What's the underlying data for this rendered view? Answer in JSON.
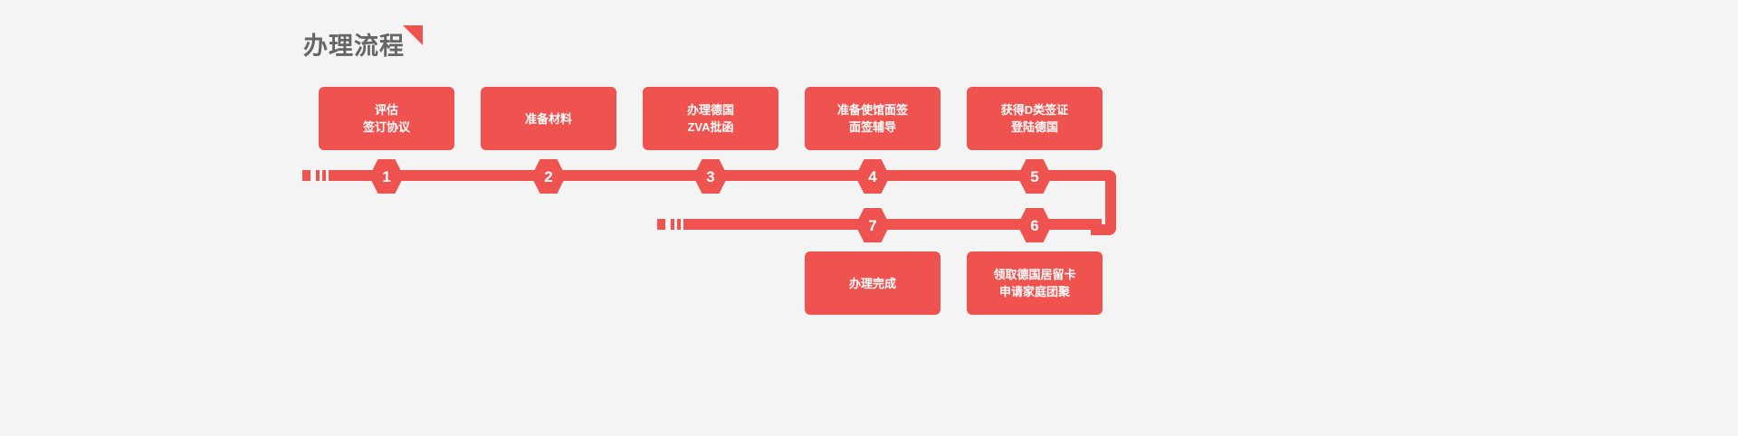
{
  "header": {
    "title": "办理流程",
    "accent_color": "#ef5350"
  },
  "theme": {
    "background": "#f4f4f4",
    "accent": "#ef5350",
    "title_text": "#666666",
    "box_text": "#ffffff"
  },
  "flow": {
    "markers": [
      {
        "number": "1"
      },
      {
        "number": "2"
      },
      {
        "number": "3"
      },
      {
        "number": "4"
      },
      {
        "number": "5"
      },
      {
        "number": "6"
      },
      {
        "number": "7"
      }
    ],
    "steps": [
      {
        "number": "1",
        "lines": [
          "评估",
          "签订协议"
        ]
      },
      {
        "number": "2",
        "lines": [
          "准备材料"
        ]
      },
      {
        "number": "3",
        "lines": [
          "办理德国",
          "ZVA批函"
        ]
      },
      {
        "number": "4",
        "lines": [
          "准备使馆面签",
          "面签辅导"
        ]
      },
      {
        "number": "5",
        "lines": [
          "获得D类签证",
          "登陆德国"
        ]
      },
      {
        "number": "6",
        "lines": [
          "领取德国居留卡",
          "申请家庭团聚"
        ]
      },
      {
        "number": "7",
        "lines": [
          "办理完成"
        ]
      }
    ]
  }
}
